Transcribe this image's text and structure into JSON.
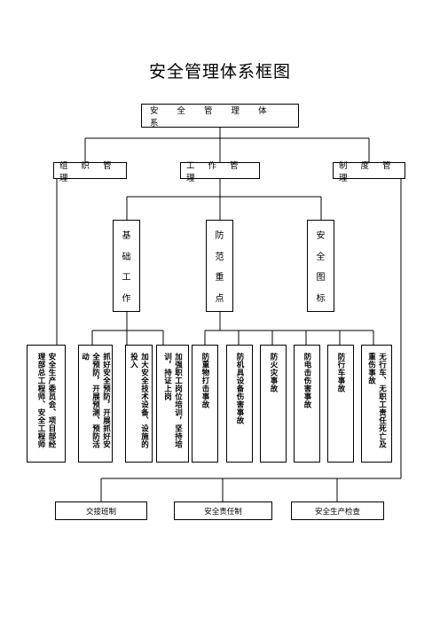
{
  "title": "安全管理体系框图",
  "root": "安 全 管 理 体 系",
  "level1": {
    "org": "组 织 管 理",
    "work": "工 作 管 理",
    "system": "制 度 管 理"
  },
  "level2": {
    "base": [
      "基",
      "础",
      "工",
      "作"
    ],
    "prevent": [
      "防",
      "范",
      "重",
      "点"
    ],
    "sign": [
      "安",
      "全",
      "图",
      "标"
    ]
  },
  "items": {
    "org_detail": "安全生产委员会、项目部经理部总工程师、安全工程师",
    "base1": "抓好安全预防，开展抓好安全预防，开展预测、预防活动",
    "base2": "加大安全技术设备、设施的投入",
    "base3": "加强职工岗位培训，坚持培训，持证上岗",
    "p1": "防重物打击事故",
    "p2": "防机具设备伤害事故",
    "p3": "防火灾事故",
    "p4": "防电击伤害事故",
    "p5": "防行车事故",
    "p6": "无行车、无职工责任死亡及重伤事故"
  },
  "bottom": {
    "b1": "交接班制",
    "b2": "安全责任制",
    "b3": "安全生产检查"
  }
}
